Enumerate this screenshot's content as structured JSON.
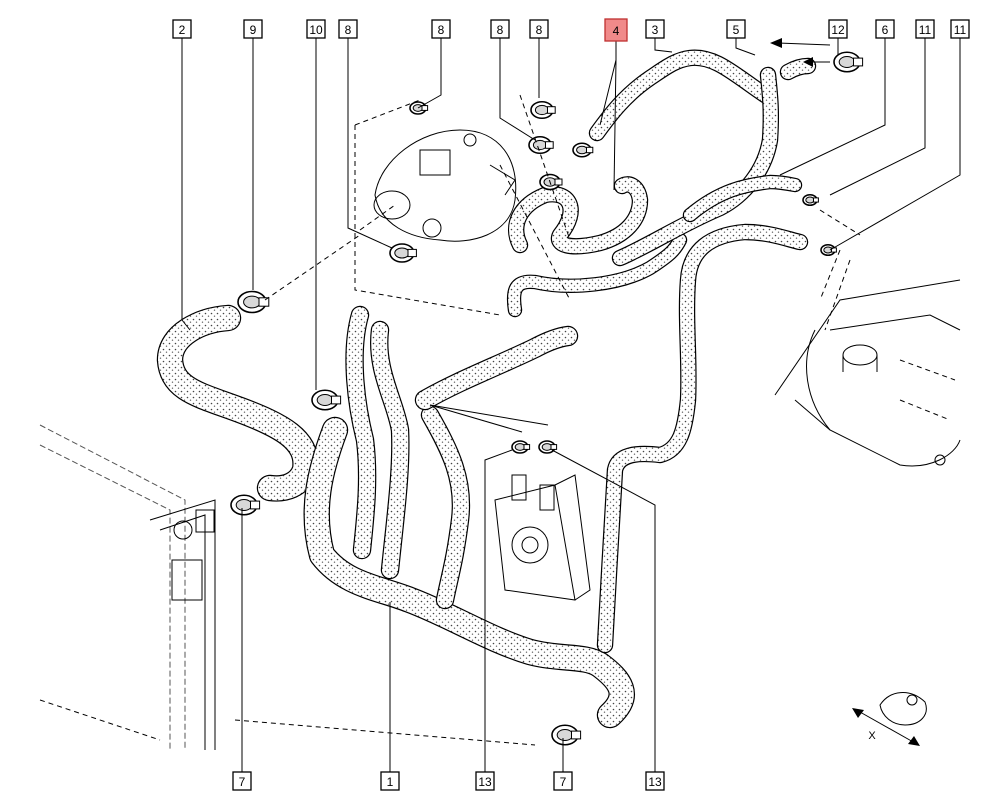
{
  "callouts": [
    {
      "id": "c-2",
      "label": "2"
    },
    {
      "id": "c-9",
      "label": "9"
    },
    {
      "id": "c-10",
      "label": "10"
    },
    {
      "id": "c-8a",
      "label": "8"
    },
    {
      "id": "c-8b",
      "label": "8"
    },
    {
      "id": "c-8c",
      "label": "8"
    },
    {
      "id": "c-8d",
      "label": "8"
    },
    {
      "id": "c-4",
      "label": "4",
      "highlighted": true
    },
    {
      "id": "c-3",
      "label": "3"
    },
    {
      "id": "c-5",
      "label": "5"
    },
    {
      "id": "c-12",
      "label": "12"
    },
    {
      "id": "c-6",
      "label": "6"
    },
    {
      "id": "c-11a",
      "label": "11"
    },
    {
      "id": "c-11b",
      "label": "11"
    },
    {
      "id": "c-7a",
      "label": "7"
    },
    {
      "id": "c-1",
      "label": "1"
    },
    {
      "id": "c-13a",
      "label": "13"
    },
    {
      "id": "c-7b",
      "label": "7"
    },
    {
      "id": "c-13b",
      "label": "13"
    }
  ],
  "view_marker": "X",
  "colors": {
    "highlight_fill": "#f08a8a",
    "highlight_stroke": "#c03030",
    "hose_fill": "#e6e6e6",
    "line": "#000000"
  }
}
